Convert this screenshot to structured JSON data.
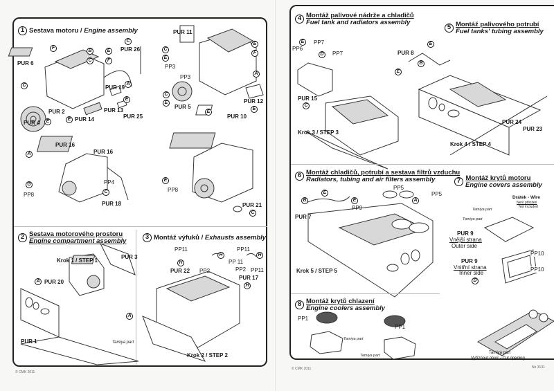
{
  "footer": {
    "copyright_left": "© CMK 2011",
    "copyright_right": "© CMK 2011",
    "page_no": "No 3131"
  },
  "steps": [
    {
      "number": "1",
      "title_cz": "Sestava motoru",
      "separator": " / ",
      "title_en": "Engine assembly",
      "labels": [
        "PUR 6",
        "PUR 2",
        "PUR 4",
        "PUR 14",
        "PUR 13",
        "PUR 25",
        "PUR 19",
        "PUR 26",
        "PUR 11",
        "PP3",
        "PP3",
        "PUR 5",
        "PUR 10",
        "PUR 12",
        "PUR 16",
        "PUR 16",
        "PP8",
        "PP4",
        "PUR 18",
        "PP8",
        "PUR 21"
      ],
      "tags": [
        "F",
        "B",
        "C",
        "C",
        "E",
        "E",
        "E",
        "F",
        "C",
        "A",
        "E",
        "E",
        "C",
        "E",
        "C",
        "E",
        "F",
        "A",
        "C",
        "F",
        "E",
        "E",
        "A",
        "G",
        "C",
        "E",
        "C"
      ]
    },
    {
      "number": "2",
      "title_cz": "Sestava motorového prostoru",
      "title_en": "Engine compartment assembly",
      "substep": "Krok 1 / STEP 1",
      "labels": [
        "PUR 20",
        "PUR 3",
        "PUR 1"
      ],
      "tags": [
        "A",
        "A"
      ],
      "note": "Tamiya part"
    },
    {
      "number": "3",
      "title_cz": "Montáž výfuků",
      "separator": " / ",
      "title_en": "Exhausts assembly",
      "substep": "Krok 2 / STEP 2",
      "labels": [
        "PP11",
        "PP 11",
        "PUR 22",
        "PP2",
        "PP11",
        "PP2",
        "PP11",
        "PUR 17"
      ],
      "tags": [
        "H",
        "H",
        "H",
        "H"
      ]
    },
    {
      "number": "4",
      "title_cz": "Montáž palivové nádrže a chladičů",
      "title_en": "Fuel tank and radiators assembly",
      "substep": "Krok 3 / STEP 3",
      "labels": [
        "PP7",
        "PP6",
        "PP7",
        "PUR 15"
      ],
      "tags": [
        "E",
        "D",
        "C"
      ]
    },
    {
      "number": "5",
      "title_cz": "Montáž palivového potrubí",
      "title_en": "Fuel tanks' tubing assembly",
      "substep": "Krok 4 / STEP 4",
      "labels": [
        "PUR 8",
        "PUR 24",
        "PUR 23"
      ],
      "tags": [
        "E",
        "B",
        "E"
      ]
    },
    {
      "number": "6",
      "title_cz": "Montáž chladičů, potrubí a sestava filtrů vzduchu",
      "title_en": "Radiators, tubing and air filters assembly",
      "substep": "Krok 5 / STEP 5",
      "labels": [
        "PP5",
        "PP5",
        "PP9",
        "PUR 7"
      ],
      "tags": [
        "E",
        "B",
        "E",
        "A"
      ]
    },
    {
      "number": "7",
      "title_cz": "Montáž krytů motoru",
      "title_en": "Engine covers assembly",
      "wire_title": "Drátek - Wire",
      "wire_note_cz": "Není přiložen",
      "wire_note_en": "Not included",
      "tamiya_1": "Tamiya part",
      "tamiya_2": "Tamiya part",
      "outer_part": "PUR 9",
      "outer_cz": "Vnější strana",
      "outer_en": "Outer side",
      "inner_part": "PUR 9",
      "inner_cz": "Vnitřní strana",
      "inner_en": "Inner side",
      "pp10_a": "PP10",
      "pp10_b": "PP10",
      "tag_d": "D",
      "tamiya_3": "Tamiya part",
      "cut_note": "Vyříznout otvor - Cut opening"
    },
    {
      "number": "8",
      "title_cz": "Montáž krytů chlazení",
      "title_en": "Engine coolers assembly",
      "labels": [
        "PP1",
        "PP1"
      ],
      "tamiya_1": "Tamiya part",
      "tamiya_2": "Tamiya part"
    }
  ]
}
